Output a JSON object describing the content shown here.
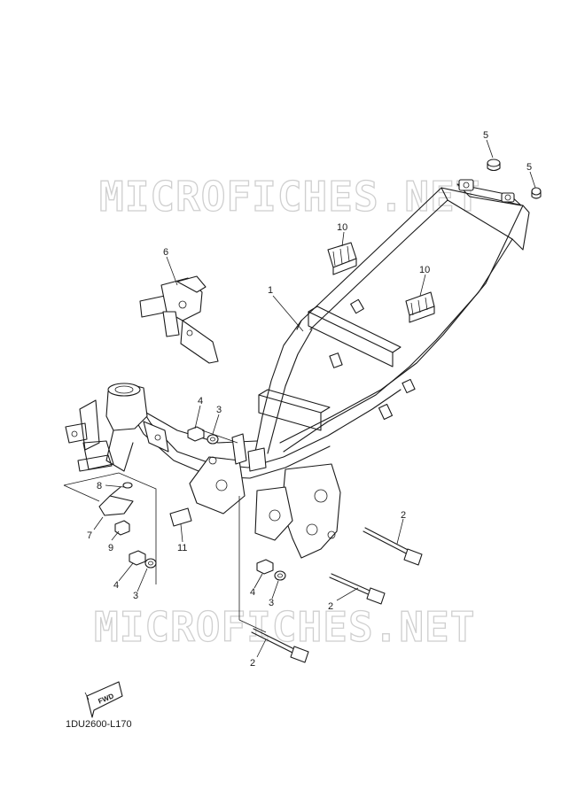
{
  "diagram": {
    "reference_code": "1DU2600-L170",
    "fwd_label": "FWD",
    "watermark_text": "MICROFICHES.NET",
    "callouts": {
      "c1": "1",
      "c2a": "2",
      "c2b": "2",
      "c2c": "2",
      "c3a": "3",
      "c3b": "3",
      "c3c": "3",
      "c4a": "4",
      "c4b": "4",
      "c4c": "4",
      "c5a": "5",
      "c5b": "5",
      "c6": "6",
      "c7": "7",
      "c8": "8",
      "c9": "9",
      "c10a": "10",
      "c10b": "10",
      "c11": "11"
    }
  }
}
